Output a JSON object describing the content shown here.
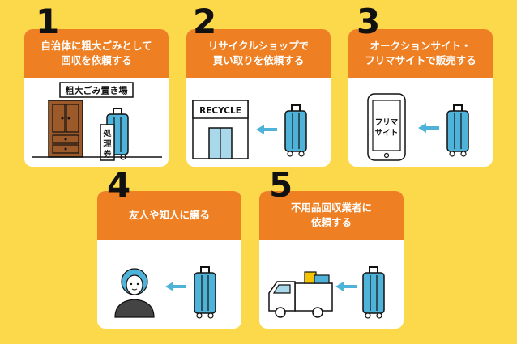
{
  "steps": [
    {
      "number": "1",
      "title": "自治体に粗大ごみとして\n回収を依頼する",
      "sign": "粗大ごみ置き場",
      "ticket": "処理券"
    },
    {
      "number": "2",
      "title": "リサイクルショップで\n買い取りを依頼する",
      "shop_sign": "RECYCLE"
    },
    {
      "number": "3",
      "title": "オークションサイト・\nフリマサイトで販売する",
      "phone_text": "フリマ\nサイト"
    },
    {
      "number": "4",
      "title": "友人や知人に譲る"
    },
    {
      "number": "5",
      "title": "不用品回収業者に\n依頼する"
    }
  ],
  "colors": {
    "background": "#FCD94B",
    "header": "#EE7F22",
    "suitcase": "#4FB3D9",
    "arrow": "#4FB3D9"
  }
}
